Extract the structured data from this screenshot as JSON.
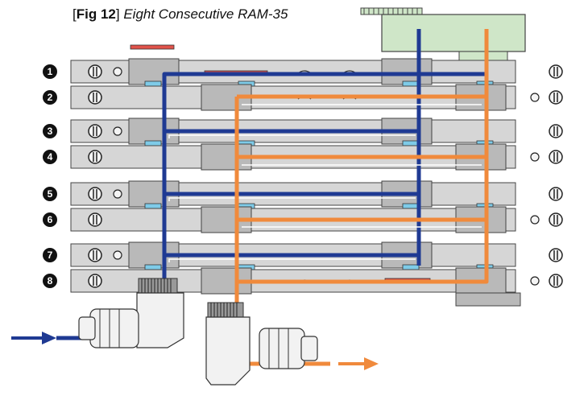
{
  "figure": {
    "label_open": "[",
    "label_bold": "Fig 12",
    "label_close": "]",
    "caption": "Eight Consecutive RAM-35"
  },
  "rows": [
    {
      "number": "1"
    },
    {
      "number": "2"
    },
    {
      "number": "3"
    },
    {
      "number": "4"
    },
    {
      "number": "5"
    },
    {
      "number": "6"
    },
    {
      "number": "7"
    },
    {
      "number": "8"
    }
  ],
  "flows": {
    "inlet_color": "#1f3a93",
    "outlet_color": "#f08a3c",
    "block_color": "#d6d6d6",
    "block_dark_color": "#b9b9b9",
    "header_color": "#cfe6c8",
    "gasket_color": "#7ecbe8",
    "seal_color": "#e0524a"
  }
}
